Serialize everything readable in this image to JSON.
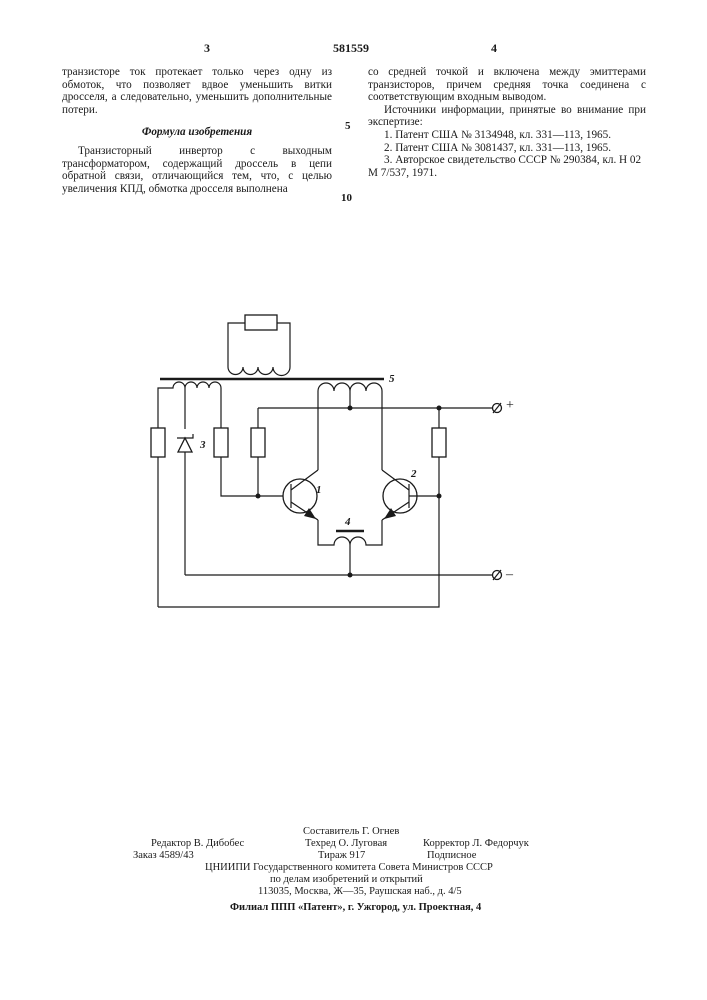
{
  "header": {
    "page_left": "3",
    "patent_number": "581559",
    "page_right": "4"
  },
  "left_column": {
    "continuation": "транзисторе ток протекает только через одну из обмоток, что позволяет вдвое уменьшить витки дросселя, а следовательно, уменьшить дополнительные потери.",
    "claims_title": "Формула изобретения",
    "claims_text": "Транзисторный инвертор с выходным трансформатором, содержащий дроссель в цепи обратной связи, отличающийся тем, что, с целью увеличения КПД, обмотка дросселя выполнена"
  },
  "right_column": {
    "continuation": "со средней точкой и включена между эмиттерами транзисторов, причем средняя точка соединена с соответствующим входным выводом.",
    "sources_title": "Источники информации, принятые во внимание при экспертизе:",
    "references": [
      "1. Патент США № 3134948, кл. 331—113, 1965.",
      "2. Патент США № 3081437, кл. 331—113, 1965.",
      "3. Авторское свидетельство СССР № 290384, кл. Н 02 М 7/537, 1971."
    ]
  },
  "line_numbers": [
    "5",
    "10"
  ],
  "diagram": {
    "labels": {
      "transistor_1": "1",
      "transistor_2": "2",
      "diode_3": "3",
      "choke_4": "4",
      "transformer_5": "5"
    },
    "terminals": {
      "positive": "+",
      "negative": "–"
    }
  },
  "footer": {
    "compiler": "Составитель  Г.  Огнев",
    "editor": "Редактор В. Дибобес",
    "techred": "Техред О. Луговая",
    "corrector": "Корректор  Л. Федорчук",
    "order": "Заказ 4589/43",
    "circulation": "Тираж 917",
    "subscription": "Подписное",
    "institution_line1": "ЦНИИПИ Государственного комитета Совета Министров СССР",
    "institution_line2": "по  делам  изобретений  и  открытий",
    "address": "113035, Москва, Ж—35, Раушская наб., д. 4/5",
    "branch": "Филиал ППП «Патент», г. Ужгород, ул. Проектная, 4"
  }
}
